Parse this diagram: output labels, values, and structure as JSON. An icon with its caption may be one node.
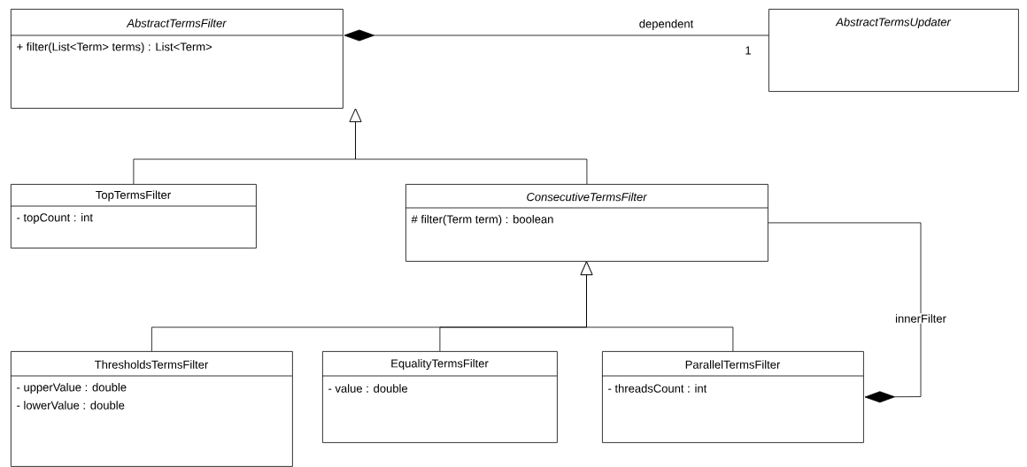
{
  "diagram": {
    "nodes": [
      {
        "text": [
          "AbstractTermsFilter",
          "+ filter(List<Term> terms) : List<Term>"
        ]
      },
      {
        "text": [
          "AbstractTermsUpdater"
        ]
      },
      {
        "text": [
          "TopTermsFilter",
          "- topCount : int"
        ]
      },
      {
        "text": [
          "ConsecutiveTermsFilter",
          "# filter(Term term) : boolean"
        ]
      },
      {
        "text": [
          "ThresholdsTermsFilter",
          "- upperValue : double",
          "- lowerValue : double"
        ]
      },
      {
        "text": [
          "EqualityTermsFilter",
          "- value : double"
        ]
      },
      {
        "text": [
          "ParallelTermsFilter",
          "- threadsCount : int"
        ]
      }
    ],
    "edges": [
      {
        "from": 1,
        "to": 0,
        "arrow": "other",
        "label": "dependent"
      },
      {
        "from": 2,
        "to": 0,
        "arrow": "to"
      },
      {
        "from": 3,
        "to": 0,
        "arrow": "to"
      },
      {
        "from": 4,
        "to": 3,
        "arrow": "to"
      },
      {
        "from": 5,
        "to": 3,
        "arrow": "to"
      },
      {
        "from": 6,
        "to": 3,
        "arrow": "to"
      },
      {
        "from": 3,
        "to": 6,
        "arrow": "other",
        "label": "innerFilter"
      }
    ],
    "labels": [
      "1"
    ]
  }
}
